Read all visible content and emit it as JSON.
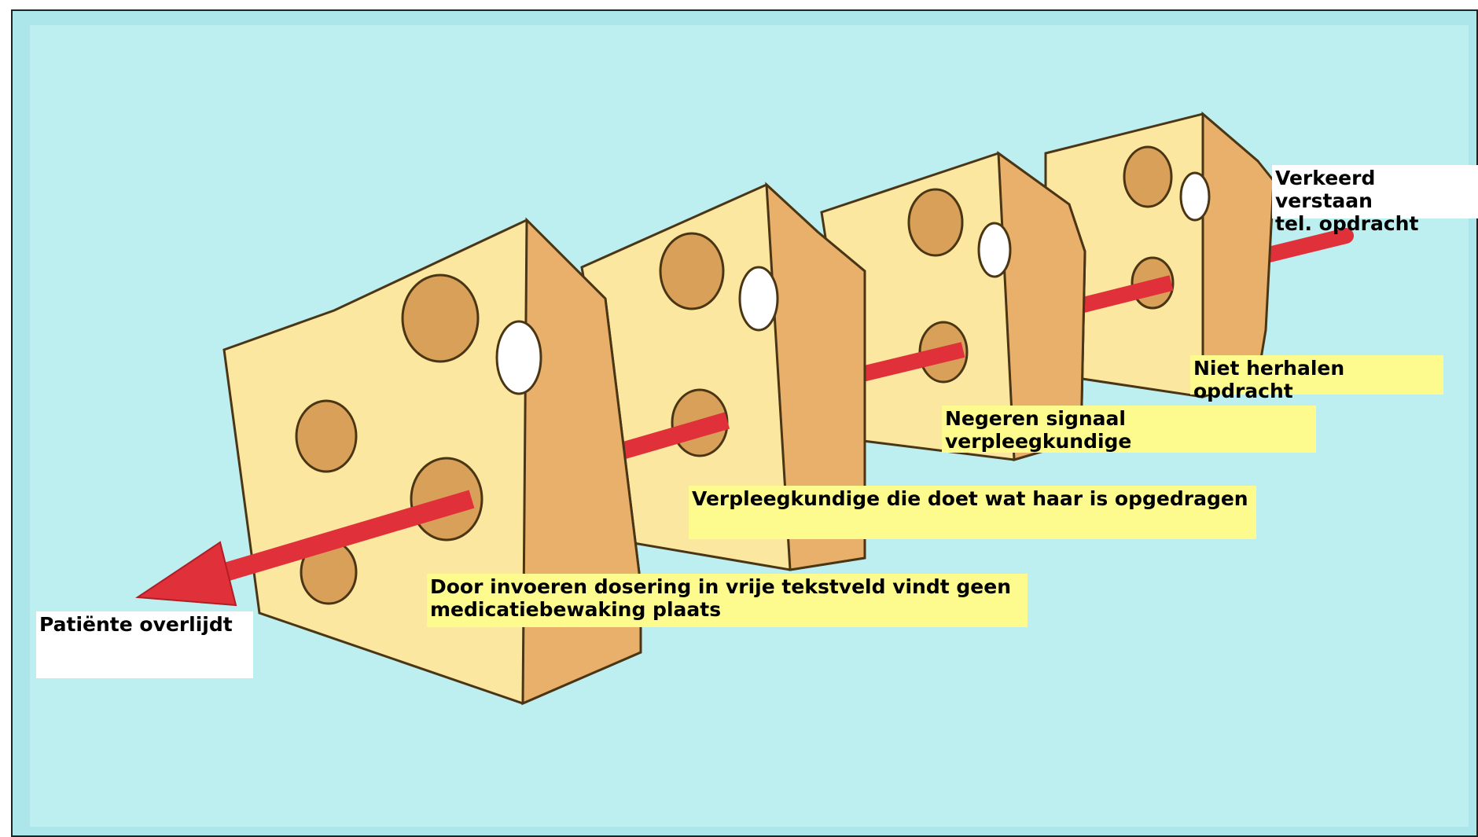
{
  "diagram": {
    "colors": {
      "background": "#bdeef0",
      "frame": "#ade6ea",
      "cheese_face": "#fbe7a0",
      "cheese_side": "#e8b06a",
      "cheese_outline": "#4a3514",
      "hole_inner": "#d8a058",
      "arrow": "#e0303a",
      "label_yellow": "#fdfb8e",
      "label_white": "#ffffff"
    },
    "labels": {
      "start": "Verkeerd verstaan\ntel. opdracht",
      "slice4": "Niet herhalen opdracht",
      "slice3": "Negeren signaal verpleegkundige",
      "slice2": "Verpleegkundige die doet wat haar is opgedragen",
      "slice1": "Door invoeren dosering in vrije tekstveld vindt geen\nmedicatiebewaking plaats",
      "outcome": "Patiënte overlijdt"
    }
  }
}
